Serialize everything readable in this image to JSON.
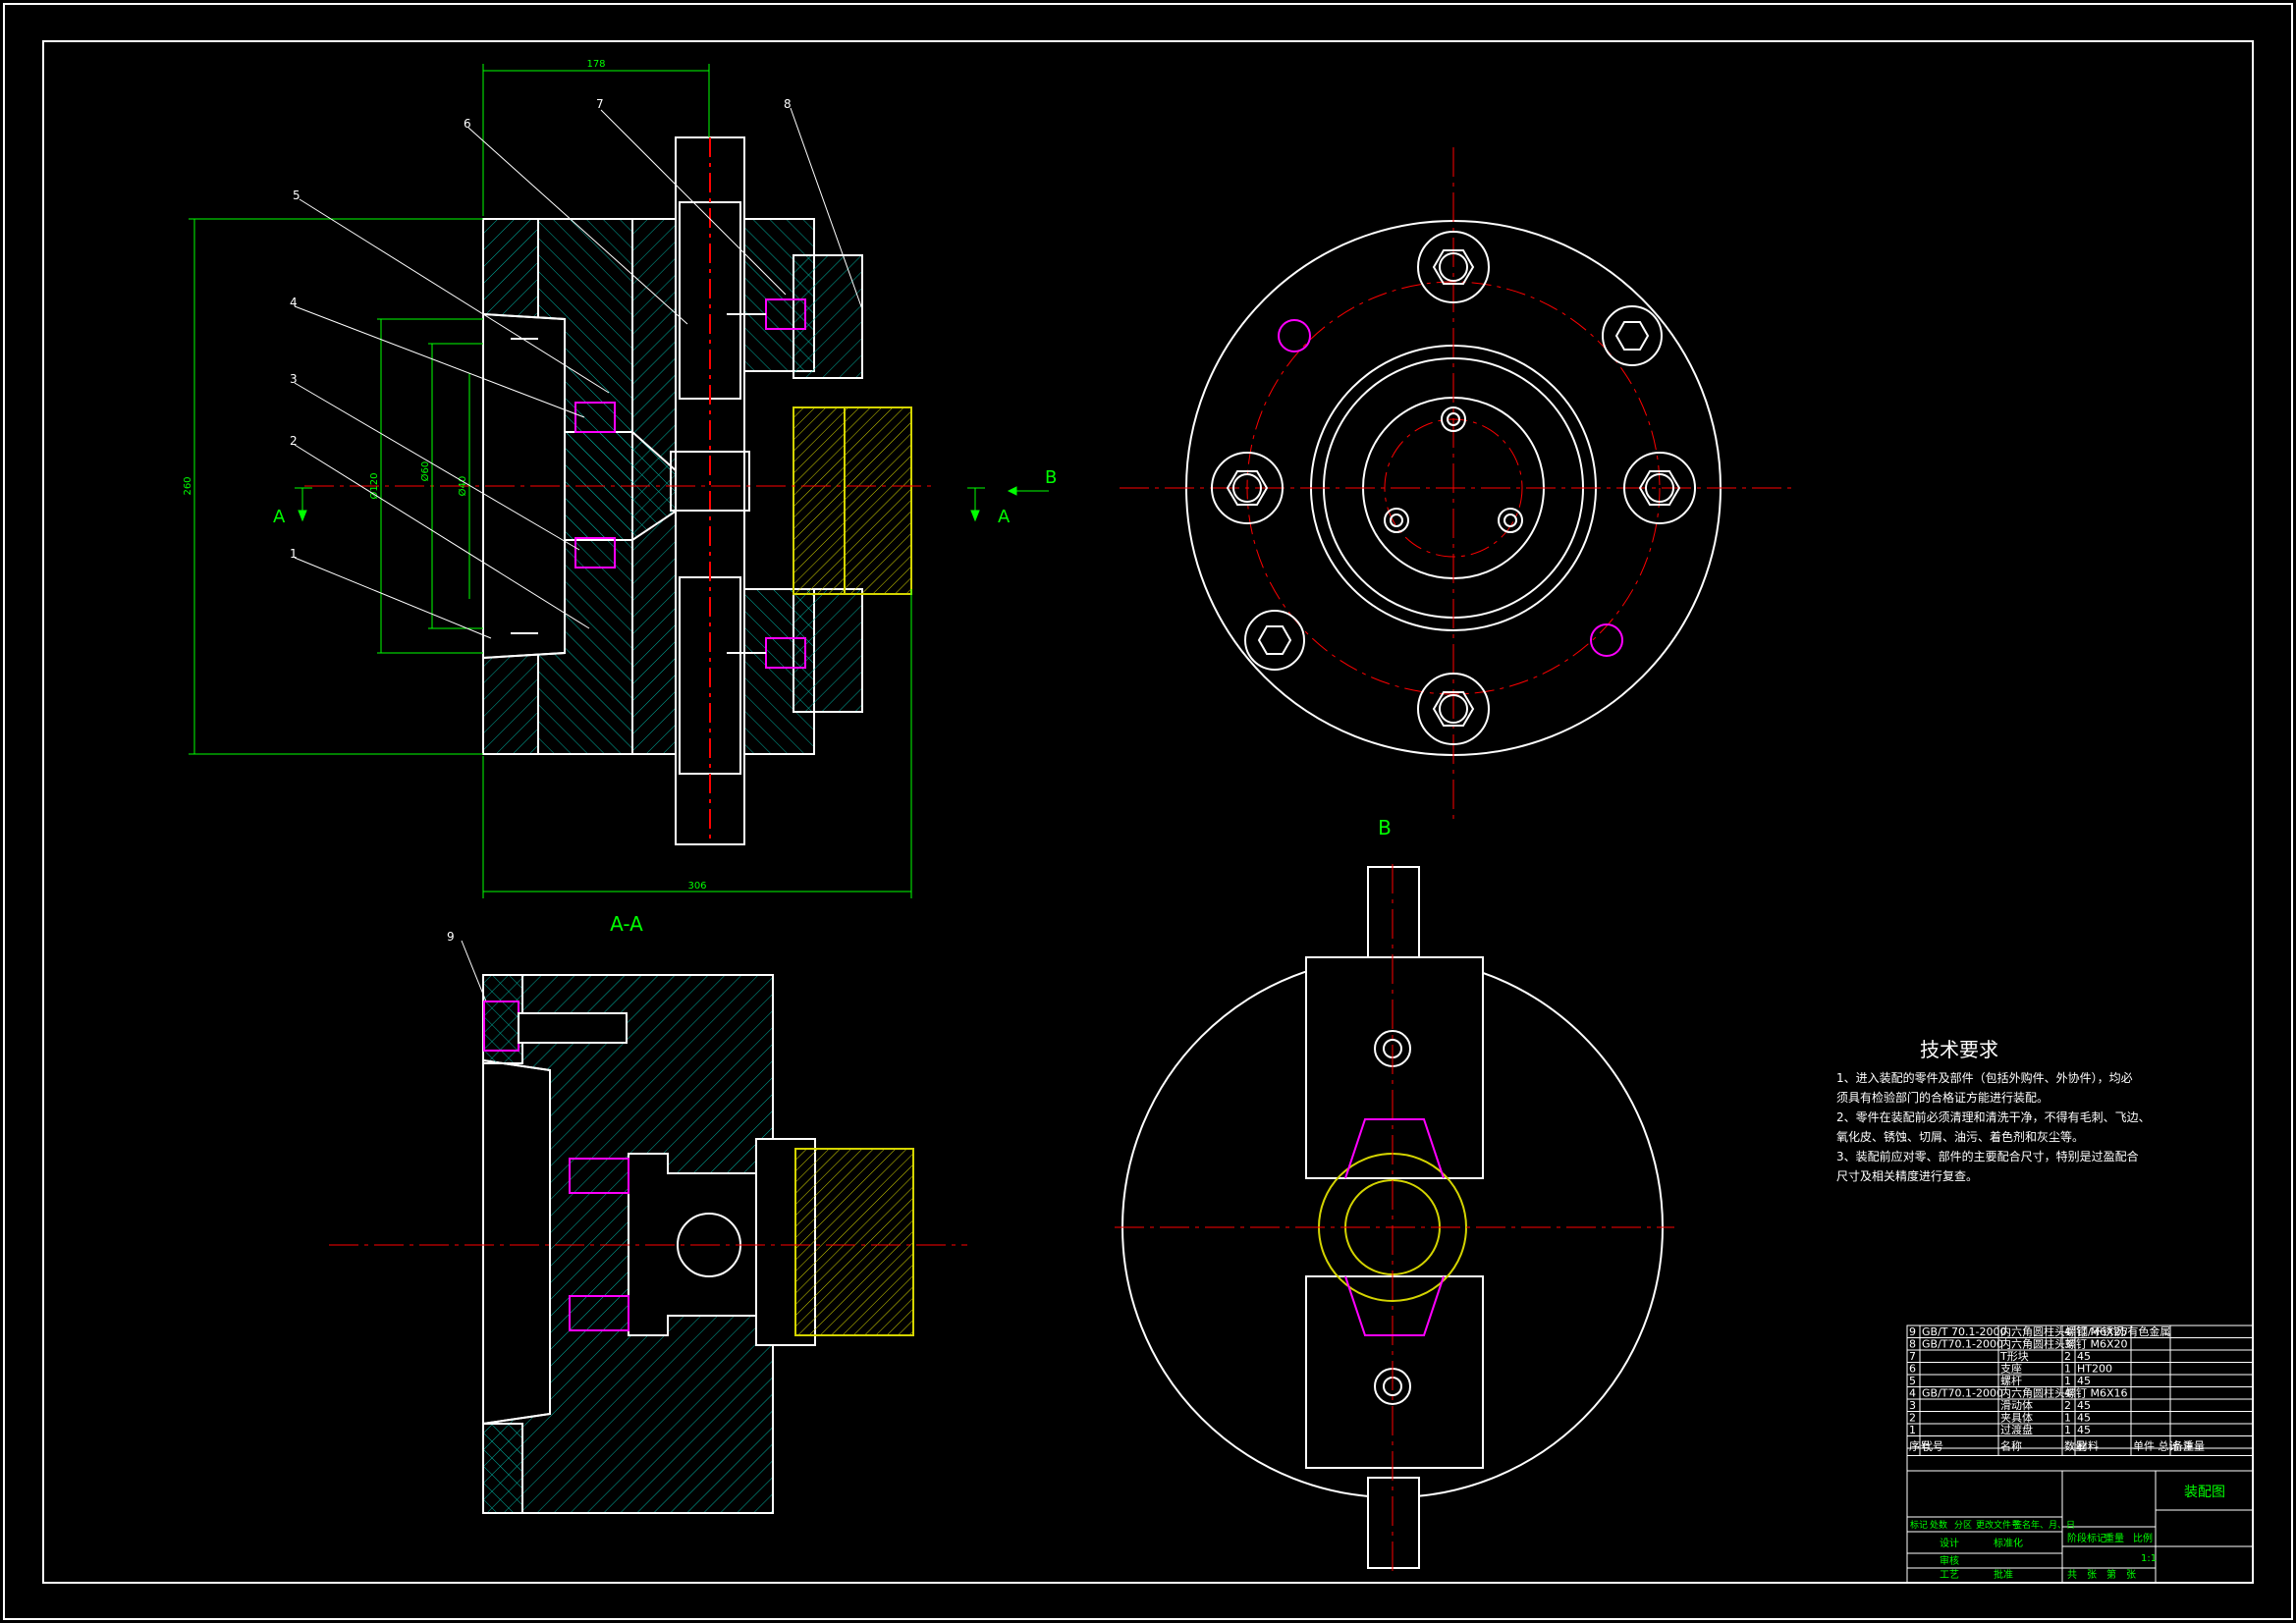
{
  "views": {
    "section_label": "A-A",
    "view_b_label": "B",
    "cut_marks": {
      "a_left": "A",
      "a_right": "A",
      "b_mark": "B"
    }
  },
  "balloons": [
    "1",
    "2",
    "3",
    "4",
    "5",
    "6",
    "7",
    "8",
    "9"
  ],
  "dimensions": {
    "top_width": "178",
    "bottom_width": "306",
    "left_height": "260",
    "inner_h1": "Ø120",
    "inner_h2": "Ø60",
    "inner_h3": "Ø40"
  },
  "tech_requirements": {
    "title": "技术要求",
    "lines": [
      "1、进入装配的零件及部件（包括外购件、外协件），均必",
      "须具有检验部门的合格证方能进行装配。",
      "2、零件在装配前必须清理和清洗干净，不得有毛刺、飞边、",
      "氧化皮、锈蚀、切屑、油污、着色剂和灰尘等。",
      "3、装配前应对零、部件的主要配合尺寸，特别是过盈配合",
      "尺寸及相关精度进行复查。"
    ]
  },
  "bom": {
    "rows": [
      [
        "9",
        "GB/T 70.1-2000",
        "内六角圆柱头螺钉 M6X25",
        "4",
        "钢/不锈钢/有色金属",
        ""
      ],
      [
        "8",
        "GB/T70.1-2000",
        "内六角圆柱头螺钉 M6X20",
        "3",
        "",
        ""
      ],
      [
        "7",
        "",
        "T形块",
        "2",
        "45",
        ""
      ],
      [
        "6",
        "",
        "支座",
        "1",
        "HT200",
        ""
      ],
      [
        "5",
        "",
        "螺杆",
        "1",
        "45",
        ""
      ],
      [
        "4",
        "GB/T70.1-2000",
        "内六角圆柱头螺钉 M6X16",
        "4",
        "",
        ""
      ],
      [
        "3",
        "",
        "滑动体",
        "2",
        "45",
        ""
      ],
      [
        "2",
        "",
        "夹具体",
        "1",
        "45",
        ""
      ],
      [
        "1",
        "",
        "过渡盘",
        "1",
        "45",
        ""
      ]
    ],
    "header": [
      "序号",
      "代号",
      "名称",
      "数量",
      "材料",
      "单件 总计 重量",
      "备注"
    ]
  },
  "title_block": {
    "drawing_name": "装配图",
    "labels_left": [
      "标记",
      "处数",
      "分区",
      "更改文件号",
      "签名",
      "年、月、日"
    ],
    "roles": [
      "设计",
      "审核",
      "工艺"
    ],
    "std_label": "标准化",
    "approve_label": "批准",
    "stage_labels": [
      "阶段标记",
      "重量",
      "比例"
    ],
    "scale": "1:1",
    "sheet_labels": [
      "共",
      "张",
      "第",
      "张"
    ]
  },
  "colors": {
    "outline": "#ffffff",
    "hatch": "#00b0a0",
    "center": "#ff0000",
    "dim": "#00ff00",
    "yellow": "#ffff00",
    "magenta": "#ff00ff"
  }
}
